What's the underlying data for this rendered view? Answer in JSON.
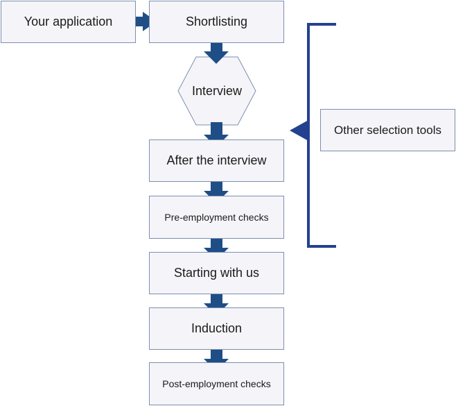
{
  "diagram": {
    "steps": {
      "your_application": "Your application",
      "shortlisting": "Shortlisting",
      "interview": "Interview",
      "after_interview": "After the interview",
      "pre_employment": "Pre-employment checks",
      "starting": "Starting with us",
      "induction": "Induction",
      "post_employment": "Post-employment checks"
    },
    "side_note": "Other selection tools"
  },
  "colors": {
    "arrow": "#1f4e86",
    "bracket": "#23418f",
    "box_fill": "#f5f4f8",
    "box_border": "#7a8fb0"
  }
}
